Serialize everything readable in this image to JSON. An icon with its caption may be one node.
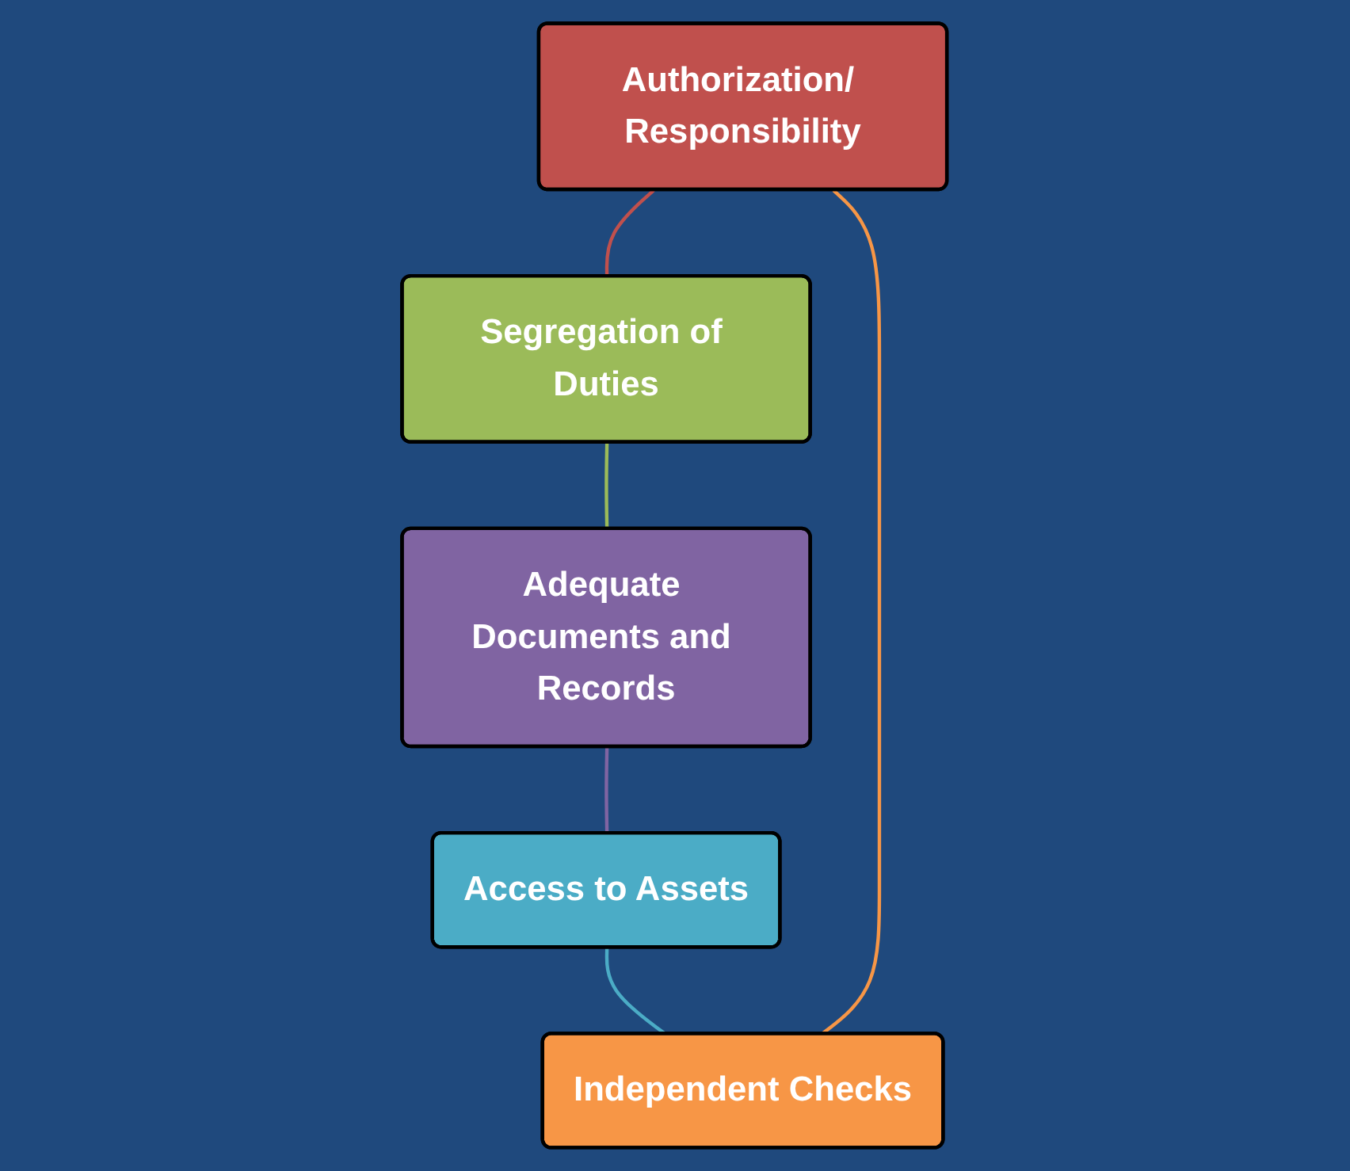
{
  "diagram": {
    "nodes": [
      {
        "text": [
          "Authorization/ Responsibility"
        ]
      },
      {
        "text": [
          "Segregation of Duties"
        ]
      },
      {
        "text": [
          "Adequate Documents and Records"
        ]
      },
      {
        "text": [
          "Access to Assets"
        ]
      },
      {
        "text": [
          "Independent Checks"
        ]
      }
    ],
    "edges": [
      {
        "from": 0,
        "to": 1,
        "arrow": "none",
        "color": "#c0504d"
      },
      {
        "from": 1,
        "to": 2,
        "arrow": "none",
        "color": "#9bbb59"
      },
      {
        "from": 2,
        "to": 3,
        "arrow": "none",
        "color": "#8064a2"
      },
      {
        "from": 3,
        "to": 4,
        "arrow": "none",
        "color": "#4bacc6"
      },
      {
        "from": 4,
        "to": 0,
        "arrow": "none",
        "color": "#f79646"
      }
    ]
  }
}
